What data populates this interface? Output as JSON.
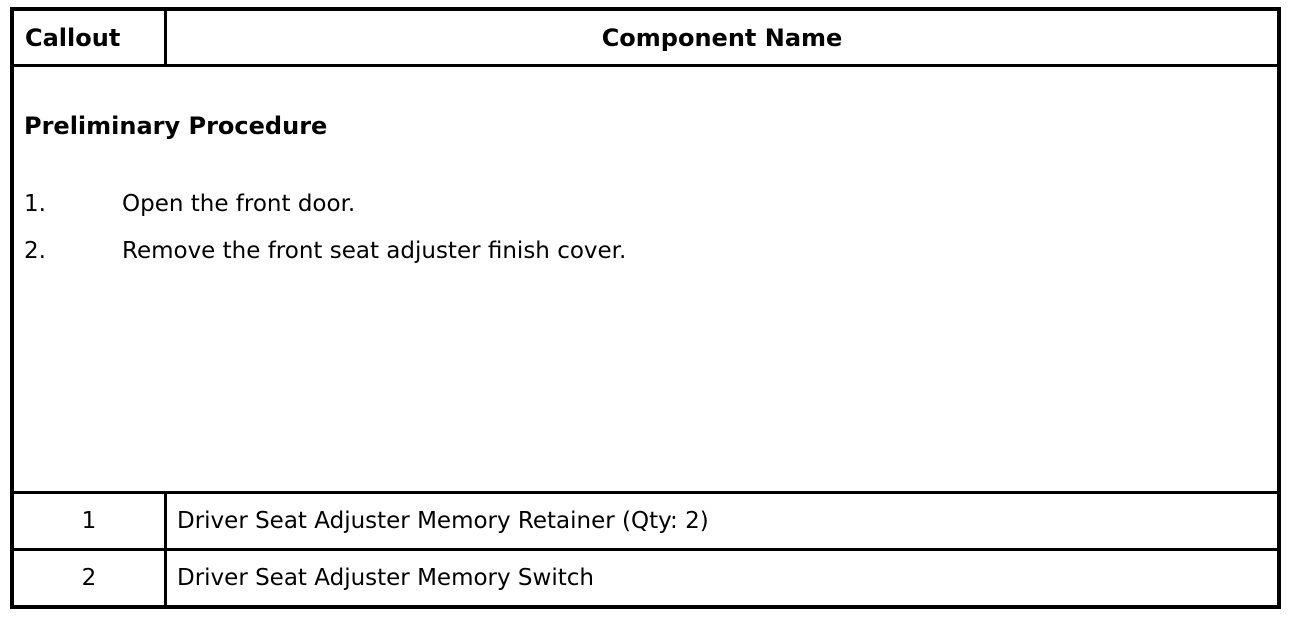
{
  "colors": {
    "border": "#000000",
    "background": "#ffffff",
    "text": "#000000"
  },
  "table": {
    "header": {
      "callout_label": "Callout",
      "component_label": "Component Name"
    },
    "preliminary_procedure": {
      "title": "Preliminary Procedure",
      "steps": [
        {
          "number": "1.",
          "text": "Open the front door."
        },
        {
          "number": "2.",
          "text": "Remove the front seat adjuster finish cover."
        }
      ]
    },
    "rows": [
      {
        "callout": "1",
        "component": "Driver Seat Adjuster Memory Retainer (Qty: 2)"
      },
      {
        "callout": "2",
        "component": "Driver Seat Adjuster Memory Switch"
      }
    ]
  }
}
